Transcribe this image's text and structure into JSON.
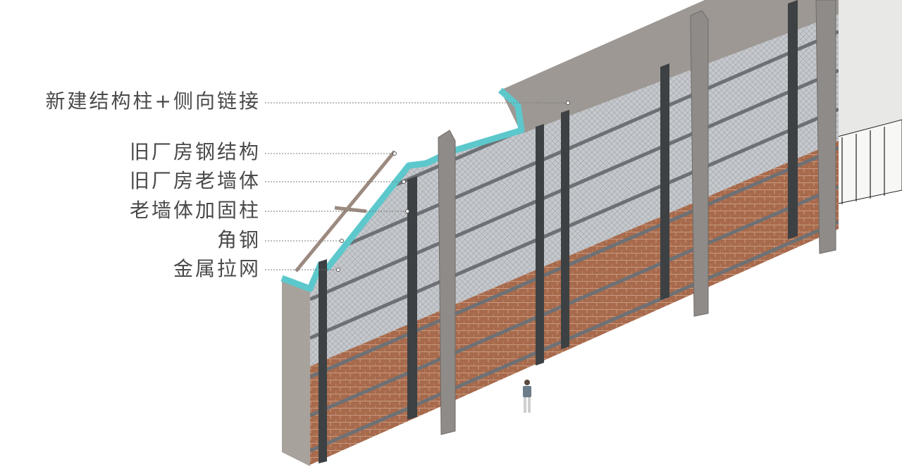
{
  "labels": [
    "新建结构柱+侧向链接",
    "旧厂房钢结构",
    "旧厂房老墙体",
    "老墙体加固柱",
    "角钢",
    "金属拉网"
  ],
  "colors": {
    "new_structure_highlight": "#5cc8cc",
    "concrete": "#a8a29d",
    "steel_column": "#3d4143",
    "brick": "#a86a4c",
    "mesh": "#c9ccd0",
    "text": "#4a4a4a"
  }
}
